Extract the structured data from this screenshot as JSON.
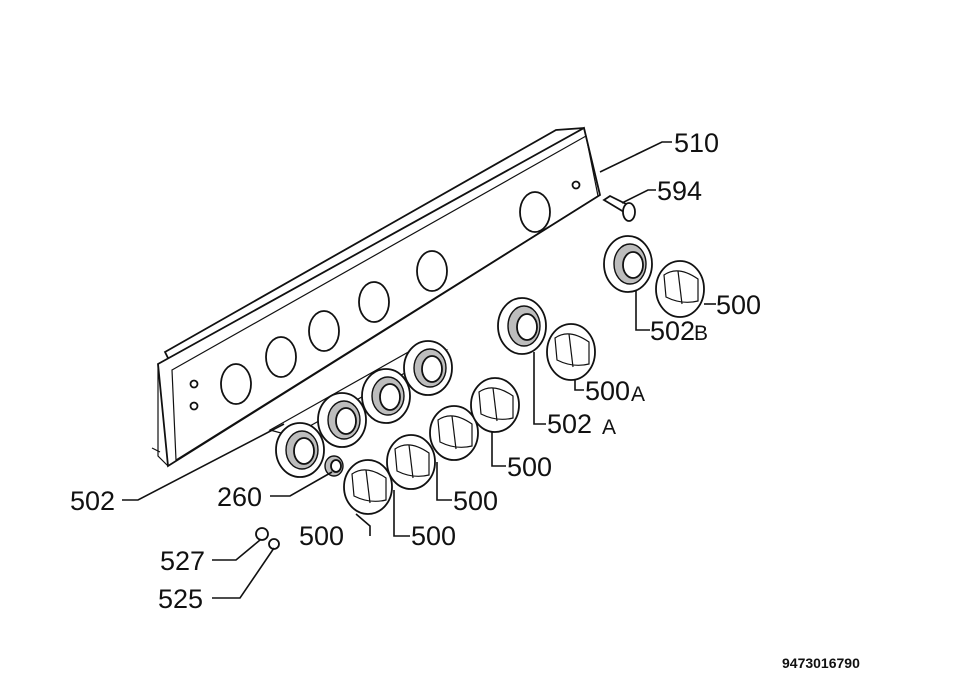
{
  "labels": {
    "panel": "510",
    "pin": "594",
    "knob_right": "500",
    "bezel_b": "502",
    "bezel_b_suffix": "B",
    "knob_a": "500",
    "knob_a_suffix": "A",
    "bezel_a": "502",
    "bezel_a_suffix": "A",
    "knob_1": "500",
    "knob_2": "500",
    "knob_3": "500",
    "knob_4": "500",
    "bezel_row": "502",
    "indicator": "260",
    "clip_527": "527",
    "clip_525": "525"
  },
  "drawing_code": "9473016790"
}
